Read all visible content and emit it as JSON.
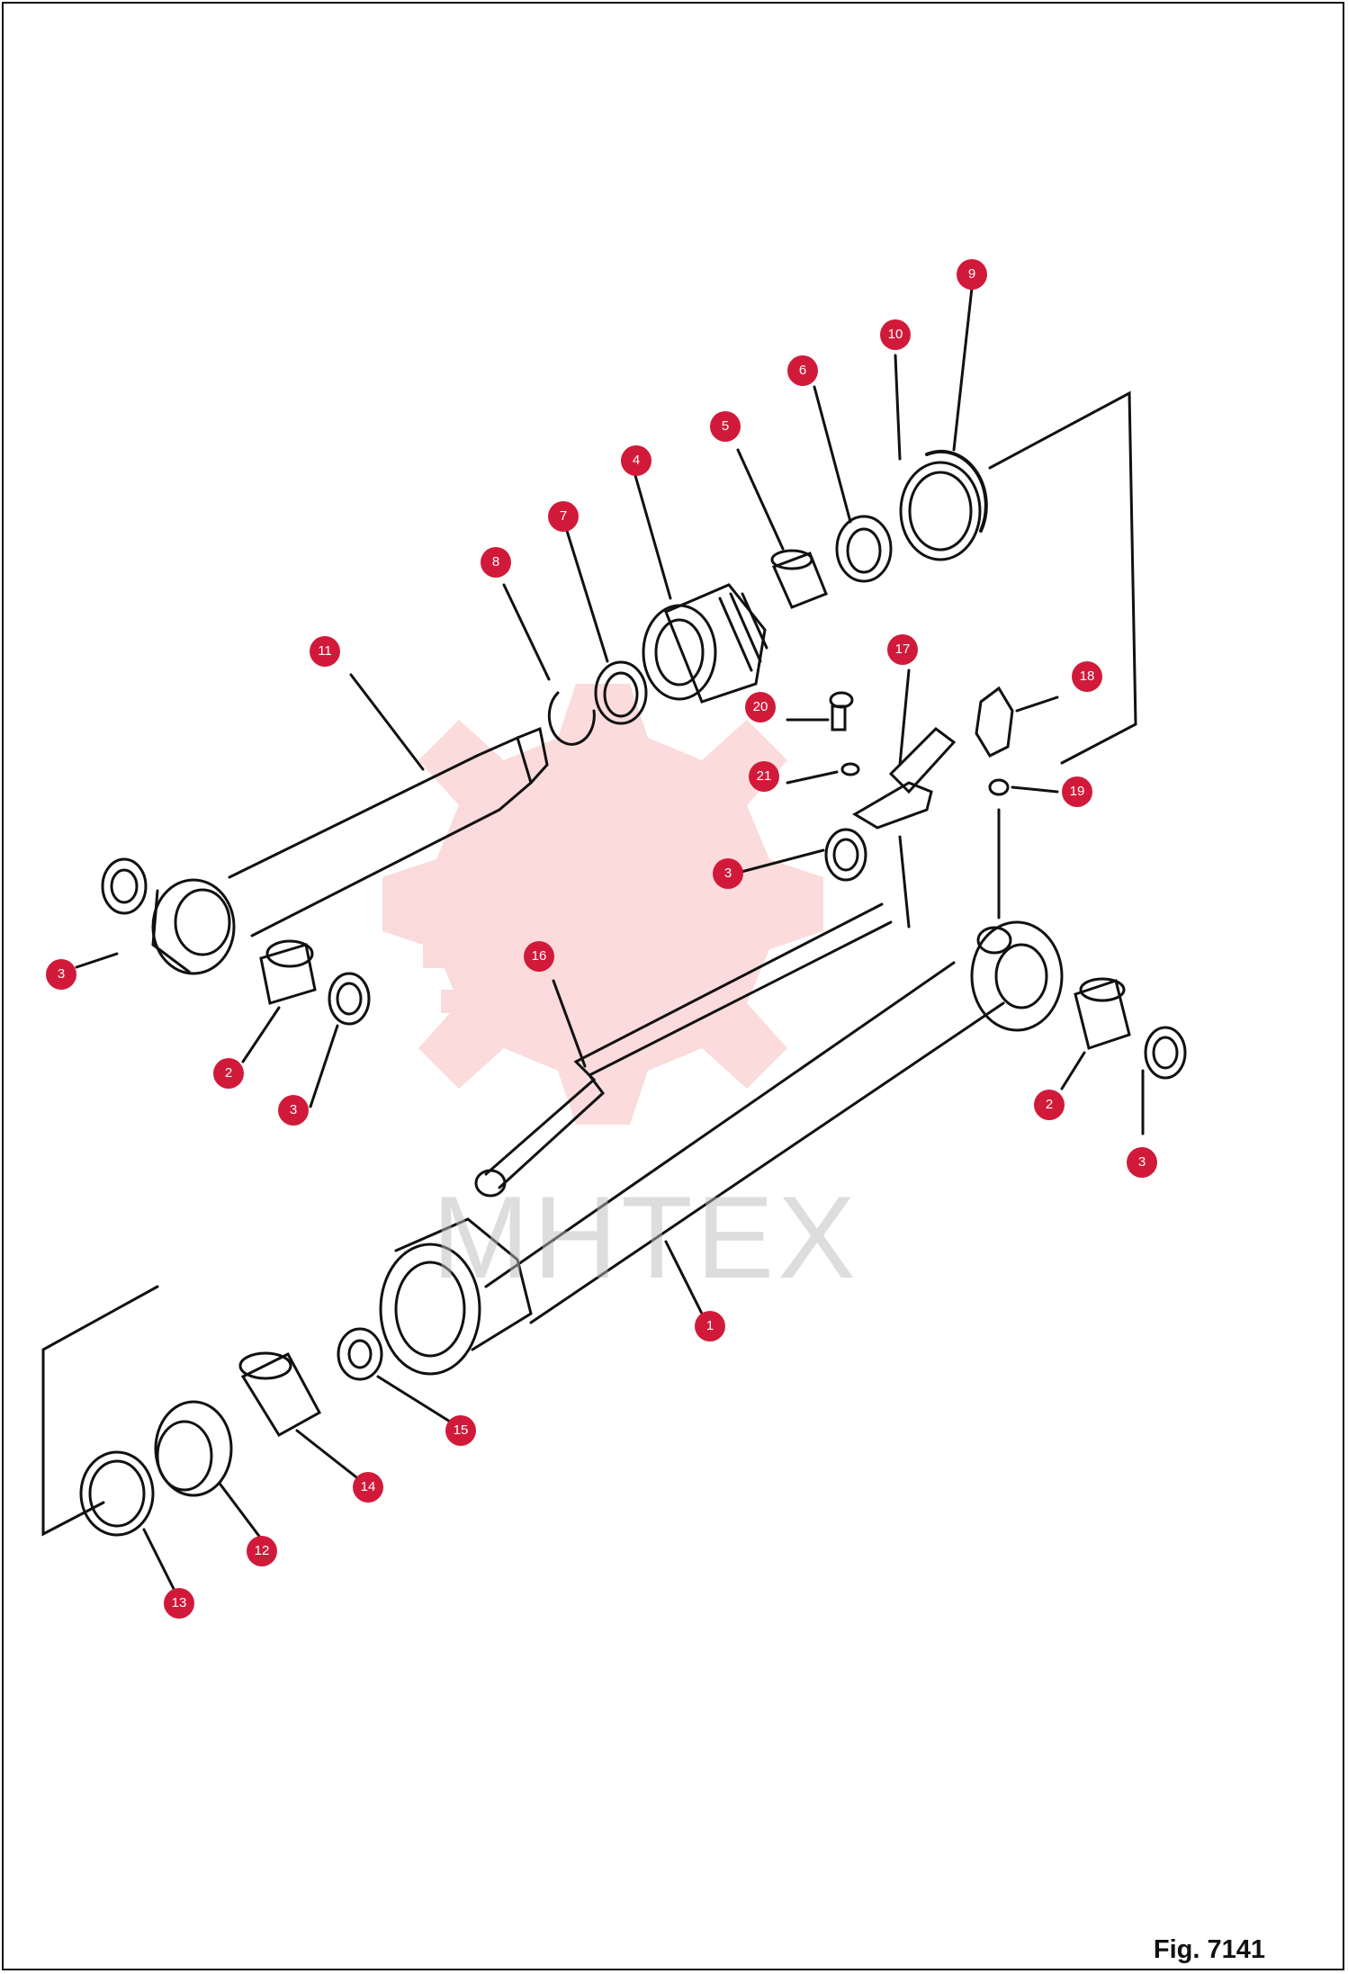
{
  "figure": {
    "label": "Fig. 7141"
  },
  "watermark": {
    "text": "МНТЕХ"
  },
  "callouts": [
    {
      "id": "c9",
      "label": "9"
    },
    {
      "id": "c10",
      "label": "10"
    },
    {
      "id": "c6",
      "label": "6"
    },
    {
      "id": "c5",
      "label": "5"
    },
    {
      "id": "c4",
      "label": "4"
    },
    {
      "id": "c7",
      "label": "7"
    },
    {
      "id": "c8",
      "label": "8"
    },
    {
      "id": "c11",
      "label": "11"
    },
    {
      "id": "c17",
      "label": "17"
    },
    {
      "id": "c18",
      "label": "18"
    },
    {
      "id": "c20",
      "label": "20"
    },
    {
      "id": "c21",
      "label": "21"
    },
    {
      "id": "c19",
      "label": "19"
    },
    {
      "id": "c3a",
      "label": "3"
    },
    {
      "id": "c3b",
      "label": "3"
    },
    {
      "id": "c16",
      "label": "16"
    },
    {
      "id": "c2a",
      "label": "2"
    },
    {
      "id": "c3c",
      "label": "3"
    },
    {
      "id": "c2b",
      "label": "2"
    },
    {
      "id": "c3d",
      "label": "3"
    },
    {
      "id": "c1",
      "label": "1"
    },
    {
      "id": "c15",
      "label": "15"
    },
    {
      "id": "c14",
      "label": "14"
    },
    {
      "id": "c12",
      "label": "12"
    },
    {
      "id": "c13",
      "label": "13"
    }
  ],
  "colors": {
    "callout": "#d11a3a",
    "line": "#111111",
    "watermark": "#f4a6a6"
  }
}
